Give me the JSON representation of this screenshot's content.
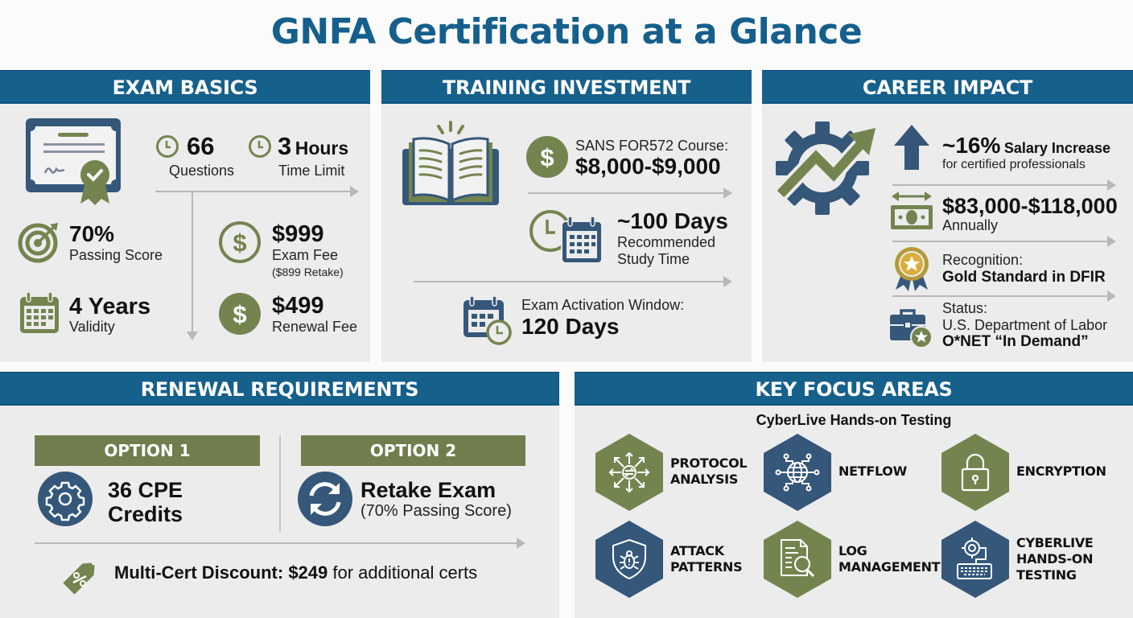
{
  "title": "GNFA Certification at a Glance",
  "colors": {
    "header_blue": "#16608c",
    "icon_navy": "#35577a",
    "icon_olive": "#74844f",
    "gold": "#c9a53a",
    "panel_bg": "#ececec",
    "arrow_gray": "#b8b8b8"
  },
  "exam_basics": {
    "header": "EXAM BASICS",
    "icons": [
      "certificate-icon",
      "clock-icon",
      "target-icon",
      "calendar-icon",
      "dollar-icon"
    ],
    "questions": {
      "value": "66",
      "label": "Questions"
    },
    "time": {
      "value": "3",
      "unit": "Hours",
      "label": "Time Limit"
    },
    "passing": {
      "value": "70%",
      "label": "Passing Score"
    },
    "exam_fee": {
      "value": "$999",
      "label": "Exam Fee",
      "note": "($899 Retake)"
    },
    "validity": {
      "value": "4 Years",
      "label": "Validity"
    },
    "renewal_fee": {
      "value": "$499",
      "label": "Renewal Fee"
    }
  },
  "training": {
    "header": "TRAINING INVESTMENT",
    "icons": [
      "open-book-icon",
      "dollar-icon",
      "clock-calendar-icon",
      "calendar-clock-icon"
    ],
    "course": {
      "label": "SANS FOR572 Course:",
      "value": "$8,000-$9,000"
    },
    "study": {
      "value": "~100 Days",
      "label_line1": "Recommended",
      "label_line2": "Study Time"
    },
    "activation": {
      "label": "Exam Activation Window:",
      "value": "120 Days"
    }
  },
  "career": {
    "header": "CAREER IMPACT",
    "icons": [
      "gear-growth-icon",
      "up-arrow-icon",
      "money-icon",
      "award-ribbon-icon",
      "briefcase-star-icon"
    ],
    "salary_increase": {
      "value": "~16%",
      "suffix": "Salary Increase",
      "label": "for certified professionals"
    },
    "salary_range": {
      "value": "$83,000-$118,000",
      "label": "Annually"
    },
    "recognition": {
      "label": "Recognition:",
      "value": "Gold Standard in DFIR"
    },
    "status": {
      "label": "Status:",
      "line2": "U.S. Department of Labor",
      "value": "O*NET “In Demand”"
    }
  },
  "renewal": {
    "header": "RENEWAL REQUIREMENTS",
    "option1": {
      "label": "OPTION 1",
      "line1": "36 CPE",
      "line2": "Credits",
      "icon": "gear-icon"
    },
    "option2": {
      "label": "OPTION 2",
      "line1": "Retake Exam",
      "line2": "(70% Passing Score)",
      "icon": "refresh-icon"
    },
    "discount": {
      "bold": "Multi-Cert Discount: $249",
      "rest": " for additional certs",
      "icon": "price-tag-icon"
    }
  },
  "focus": {
    "header": "KEY FOCUS AREAS",
    "subtitle": "CyberLive Hands-on Testing",
    "items": [
      {
        "line1": "PROTOCOL",
        "line2": "ANALYSIS",
        "line3": "",
        "icon": "network-arrows-icon",
        "color": "green"
      },
      {
        "line1": "NETFLOW",
        "line2": "",
        "line3": "",
        "icon": "globe-network-icon",
        "color": "blue"
      },
      {
        "line1": "ENCRYPTION",
        "line2": "",
        "line3": "",
        "icon": "padlock-icon",
        "color": "green"
      },
      {
        "line1": "ATTACK",
        "line2": "PATTERNS",
        "line3": "",
        "icon": "shield-bug-icon",
        "color": "blue"
      },
      {
        "line1": "LOG",
        "line2": "MANAGEMENT",
        "line3": "",
        "icon": "document-search-icon",
        "color": "green"
      },
      {
        "line1": "CYBERLIVE",
        "line2": "HANDS-ON",
        "line3": "TESTING",
        "icon": "target-keyboard-icon",
        "color": "blue"
      }
    ]
  }
}
